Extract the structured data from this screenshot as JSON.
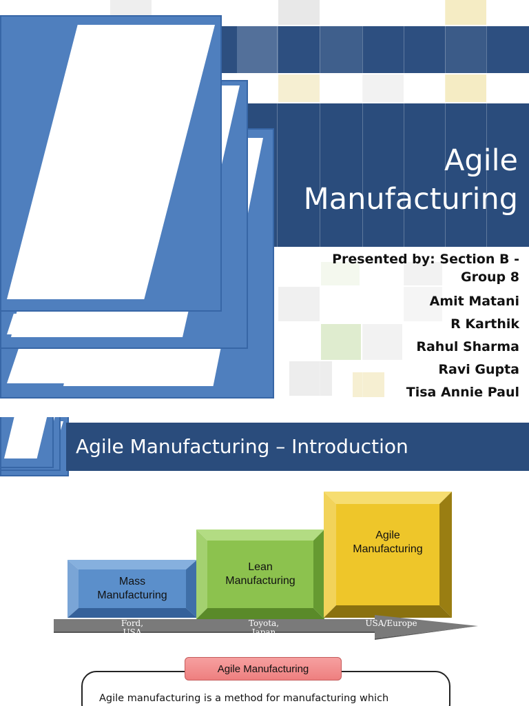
{
  "slide1": {
    "title_line1": "Agile",
    "title_line2": "Manufacturing",
    "presenters": [
      "Presented by: Section B -",
      "Group 8",
      "Amit Matani",
      "R Karthik",
      "Rahul Sharma",
      "Ravi Gupta",
      "Tisa Annie Paul"
    ]
  },
  "slide2": {
    "title": "Agile Manufacturing – Introduction",
    "blocks": [
      {
        "line1": "Mass",
        "line2": "Manufacturing",
        "color": "#5b8fcb"
      },
      {
        "line1": "Lean",
        "line2": "Manufacturing",
        "color": "#8cc24e"
      },
      {
        "line1": "Agile",
        "line2": "Manufacturing",
        "color": "#eec62a"
      }
    ],
    "timeline": [
      {
        "line1": "Ford,",
        "line2": "USA"
      },
      {
        "line1": "Toyota,",
        "line2": "Japan"
      },
      {
        "line1": "USA/Europe",
        "line2": ""
      }
    ],
    "callout_tag": "Agile Manufacturing",
    "callout_text": "Agile manufacturing is a method for manufacturing which"
  },
  "colors": {
    "navy_band": "#2a4c7c",
    "card_blue": "#4f7fbe",
    "arrow_gray": "#7a7a7a"
  }
}
